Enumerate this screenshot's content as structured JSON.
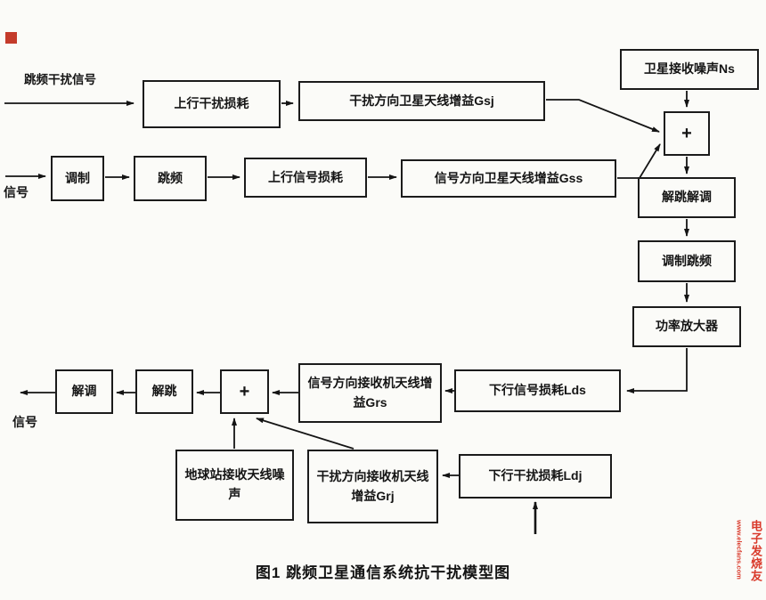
{
  "page": {
    "caption": "图1  跳频卫星通信系统抗干扰模型图"
  },
  "labels": {
    "jam_input": "跳频干扰信号",
    "signal_in": "信号",
    "signal_out": "信号"
  },
  "nodes": {
    "uplink_jam_loss": "上行干扰损耗",
    "sat_gain_jam": "干扰方向卫星天线增益Gsj",
    "sat_noise": "卫星接收噪声Ns",
    "modulate": "调制",
    "freq_hop": "跳频",
    "uplink_sig_loss": "上行信号损耗",
    "sat_gain_sig": "信号方向卫星天线增益Gss",
    "sum_uplink": "+",
    "dehop_demod": "解跳解调",
    "mod_hop": "调制跳频",
    "power_amp": "功率放大器",
    "downlink_sig_loss": "下行信号损耗Lds",
    "rx_gain_sig": "信号方向接收机天线增益Grs",
    "sum_downlink": "+",
    "dehop": "解跳",
    "demod": "解调",
    "earth_station_noise": "地球站接收天线噪声",
    "rx_gain_jam": "干扰方向接收机天线增益Grj",
    "downlink_jam_loss": "下行干扰损耗Ldj"
  },
  "watermark": {
    "brand": "电子发烧友",
    "url": "www.elecfans.com"
  },
  "colors": {
    "accent_red": "#d93a2b",
    "line": "#141414"
  }
}
